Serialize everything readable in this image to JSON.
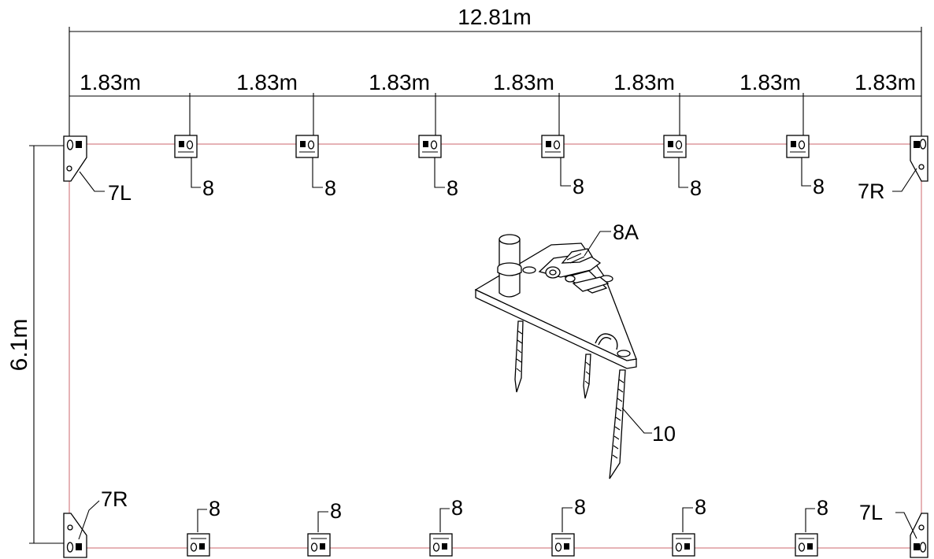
{
  "dimensions": {
    "overall_width": "12.81m",
    "overall_height": "6.1m",
    "spacings": [
      "1.83m",
      "1.83m",
      "1.83m",
      "1.83m",
      "1.83m",
      "1.83m",
      "1.83m"
    ]
  },
  "labels": {
    "top_left_corner": "7L",
    "top_right_corner": "7R",
    "bottom_left_corner": "7R",
    "bottom_right_corner": "7L",
    "top_plates": [
      "8",
      "8",
      "8",
      "8",
      "8",
      "8"
    ],
    "bottom_plates": [
      "8",
      "8",
      "8",
      "8",
      "8",
      "8"
    ],
    "detail_hook": "8A",
    "detail_stake": "10"
  }
}
